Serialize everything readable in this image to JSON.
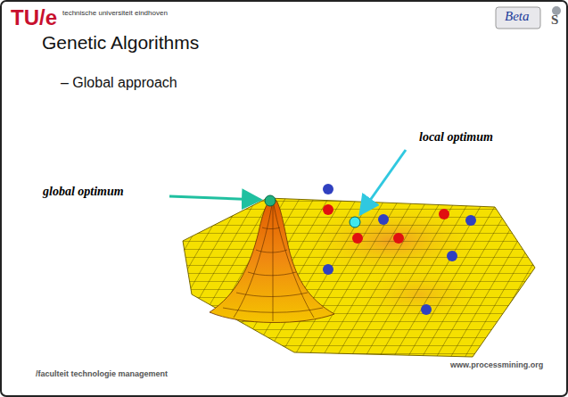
{
  "diagram": {
    "title": "Genetic Algorithms",
    "labels": [
      "TU/e",
      "technische universiteit eindhoven",
      "Beta",
      "S",
      "– Global approach",
      "local optimum",
      "global optimum",
      "/faculteit technologie management",
      "www.processmining.org"
    ]
  }
}
